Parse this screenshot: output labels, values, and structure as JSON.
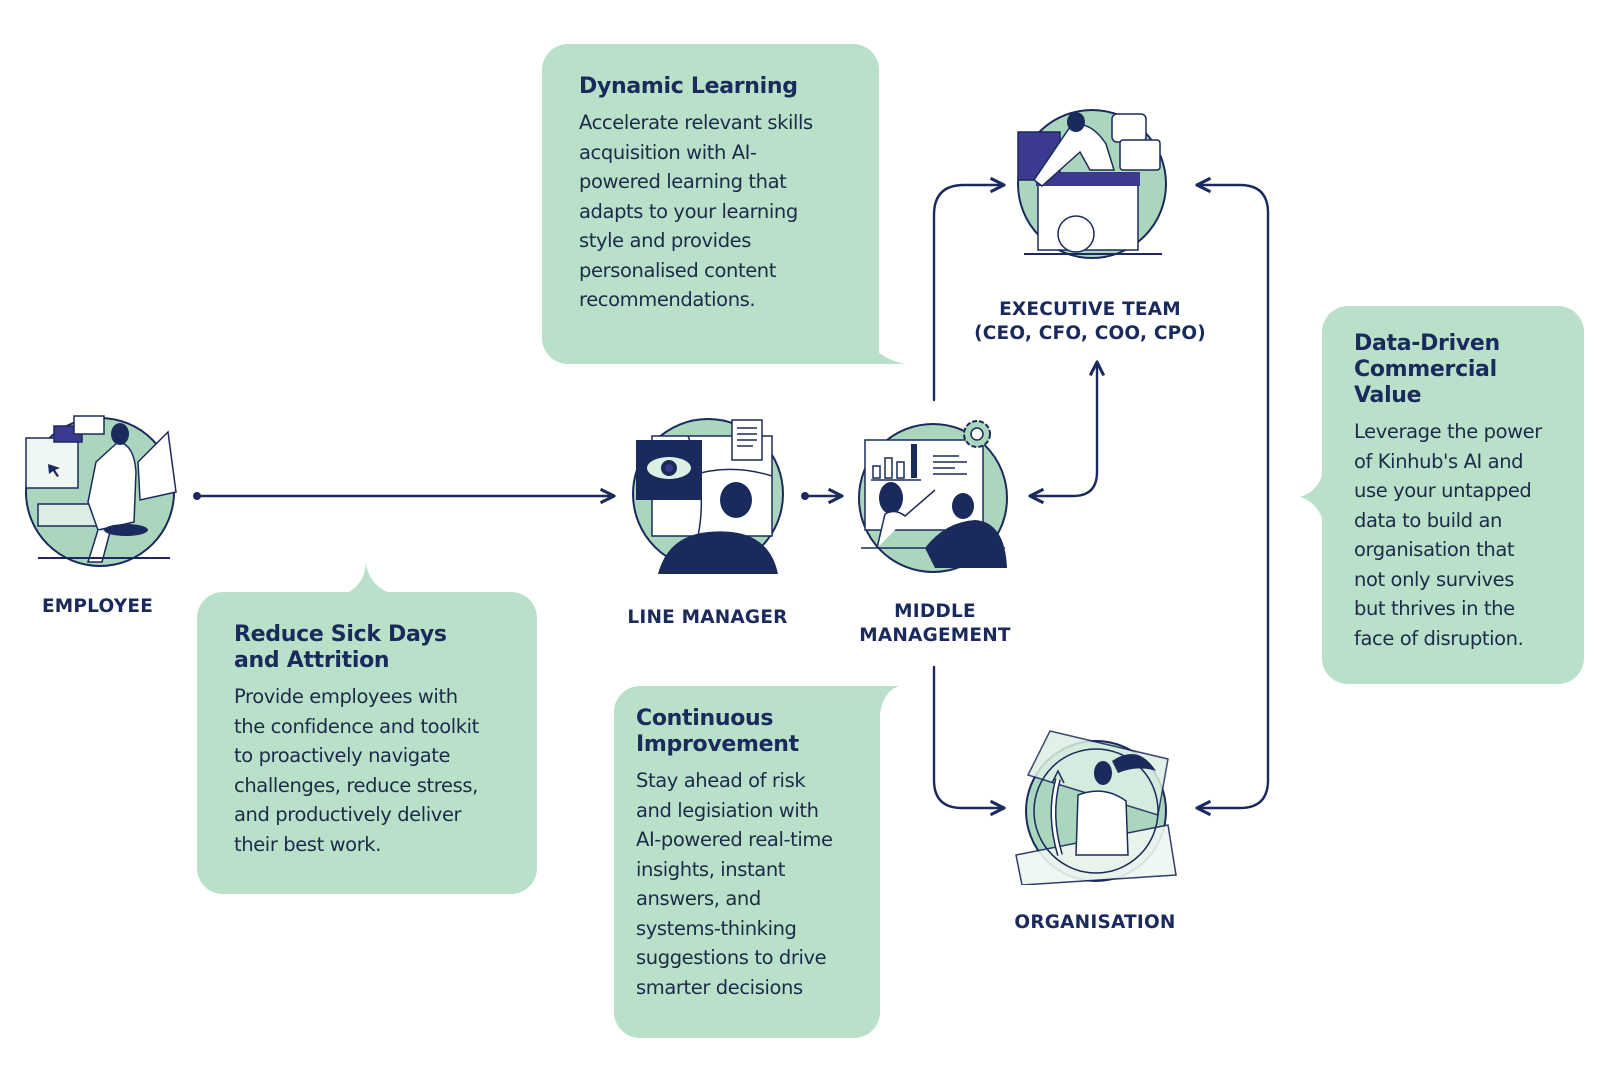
{
  "colors": {
    "card_bg": "#b9e0c8",
    "navy": "#1b2a5c",
    "mint": "#a9d6bd",
    "light_mint": "#dcefe3",
    "purple": "#3b3a8f"
  },
  "nodes": {
    "employee": {
      "label": "EMPLOYEE",
      "icon": "employee-at-desk-icon"
    },
    "line_manager": {
      "label": "LINE MANAGER",
      "icon": "manager-monitor-eye-icon"
    },
    "middle_management": {
      "label_line1": "MIDDLE",
      "label_line2": "MANAGEMENT",
      "icon": "presentation-chart-icon"
    },
    "executive_team": {
      "label_line1": "EXECUTIVE TEAM",
      "label_line2": "(CEO, CFO, COO, CPO)",
      "icon": "executive-desk-icon"
    },
    "organisation": {
      "label": "ORGANISATION",
      "icon": "organisation-flag-icon"
    }
  },
  "cards": {
    "dynamic_learning": {
      "title": "Dynamic Learning",
      "lines": [
        "Accelerate relevant skills",
        "acquisition with AI-",
        "powered learning that",
        "adapts to your learning",
        "style and provides",
        "personalised content",
        "recommendations."
      ]
    },
    "reduce_sick_days": {
      "title_line1": "Reduce Sick Days",
      "title_line2": "and Attrition",
      "lines": [
        "Provide employees with",
        "the confidence and toolkit",
        "to proactively navigate",
        "challenges, reduce stress,",
        "and productively deliver",
        "their best work."
      ]
    },
    "continuous_improvement": {
      "title_line1": "Continuous",
      "title_line2": "Improvement",
      "lines": [
        "Stay ahead of risk",
        "and legisiation with",
        "AI-powered real-time",
        "insights, instant",
        "answers, and",
        "systems-thinking",
        "suggestions to drive",
        "smarter decisions"
      ]
    },
    "data_driven": {
      "title_line1": "Data-Driven",
      "title_line2": "Commercial",
      "title_line3": "Value",
      "lines": [
        "Leverage the power",
        "of Kinhub's AI and",
        "use your untapped",
        "data to build an",
        "organisation that",
        "not only survives",
        "but thrives in the",
        "face of disruption."
      ]
    }
  }
}
